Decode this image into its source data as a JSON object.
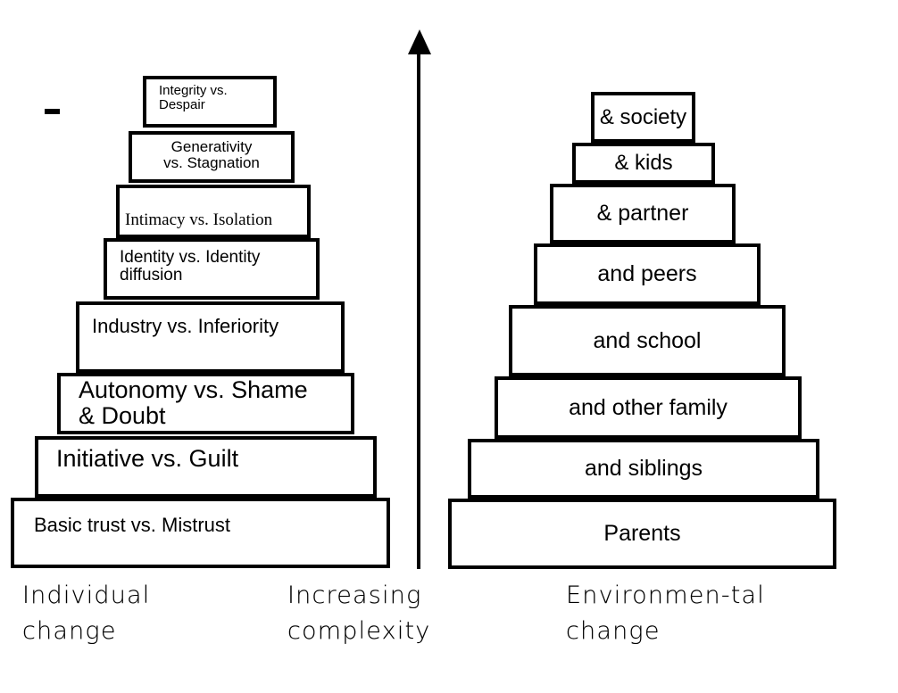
{
  "diagram": {
    "title": "Erikson psychosocial stages: individual change vs. environmental change",
    "ink_color": "#000000",
    "background_color": "#ffffff"
  },
  "marks": {
    "dash_label": "-",
    "arrow_label": "upward-arrow"
  },
  "left_pyramid": {
    "name": "individual-change-pyramid",
    "steps": [
      {
        "label": "Integrity vs.\nDespair",
        "font": "sans"
      },
      {
        "label": "Generativity\nvs.  Stagnation",
        "font": "sans"
      },
      {
        "label": "Intimacy vs.  Isolation",
        "font": "serif"
      },
      {
        "label": "Identity vs. Identity\ndiffusion",
        "font": "sans"
      },
      {
        "label": "Industry vs.  Inferiority",
        "font": "sans"
      },
      {
        "label": "Autonomy vs.  Shame\n& Doubt",
        "font": "sans"
      },
      {
        "label": "Initiative vs.  Guilt",
        "font": "sans"
      },
      {
        "label": "Basic trust vs.  Mistrust",
        "font": "sans"
      }
    ]
  },
  "right_pyramid": {
    "name": "environmental-change-pyramid",
    "steps": [
      {
        "label": "& society"
      },
      {
        "label": "& kids"
      },
      {
        "label": "& partner"
      },
      {
        "label": "and peers"
      },
      {
        "label": "and school"
      },
      {
        "label": "and other family"
      },
      {
        "label": "and siblings"
      },
      {
        "label": "Parents"
      }
    ]
  },
  "captions": {
    "left": "Individual\nchange",
    "center": "Increasing\ncomplexity",
    "right": "Environmen-tal\nchange"
  }
}
